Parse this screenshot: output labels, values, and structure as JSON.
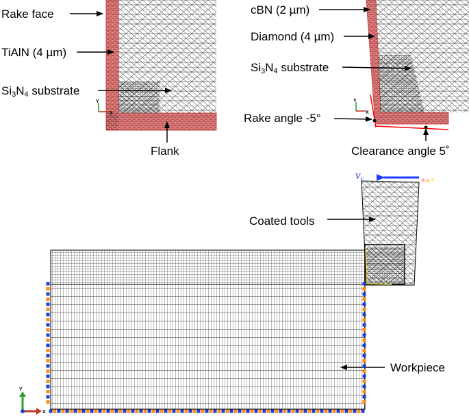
{
  "top_left": {
    "rake_face": "Rake face",
    "coating": "TiAlN (4 µm)",
    "substrate_main": "Si",
    "substrate_sub1": "3",
    "substrate_mid": "N",
    "substrate_sub2": "4",
    "substrate_tail": " substrate",
    "flank": "Flank"
  },
  "top_right": {
    "cbn": "cBN (2 µm)",
    "diamond": "Diamond (4 µm)",
    "substrate_main": "Si",
    "substrate_sub1": "3",
    "substrate_mid": "N",
    "substrate_sub2": "4",
    "substrate_tail": " substrate",
    "rake_angle": "Rake angle -5°",
    "clearance_angle": "Clearance angle 5˚"
  },
  "bottom": {
    "velocity_symbol": "v",
    "velocity_subscript": "c",
    "coated_tools": "Coated tools",
    "workpiece": "Workpiece"
  },
  "axes": {
    "y": "Y",
    "x": "X"
  },
  "colors": {
    "coating_fill": "#f08080",
    "coating_stroke": "#d9534f",
    "mesh_line": "#000000",
    "velocity_arrow": "#1a3cff",
    "angle_line": "#ff0000",
    "bc_blue": "#1f3fd0",
    "bc_orange": "#ff8c1a",
    "axis_x": "#c0392b",
    "axis_y": "#2ca02c"
  }
}
